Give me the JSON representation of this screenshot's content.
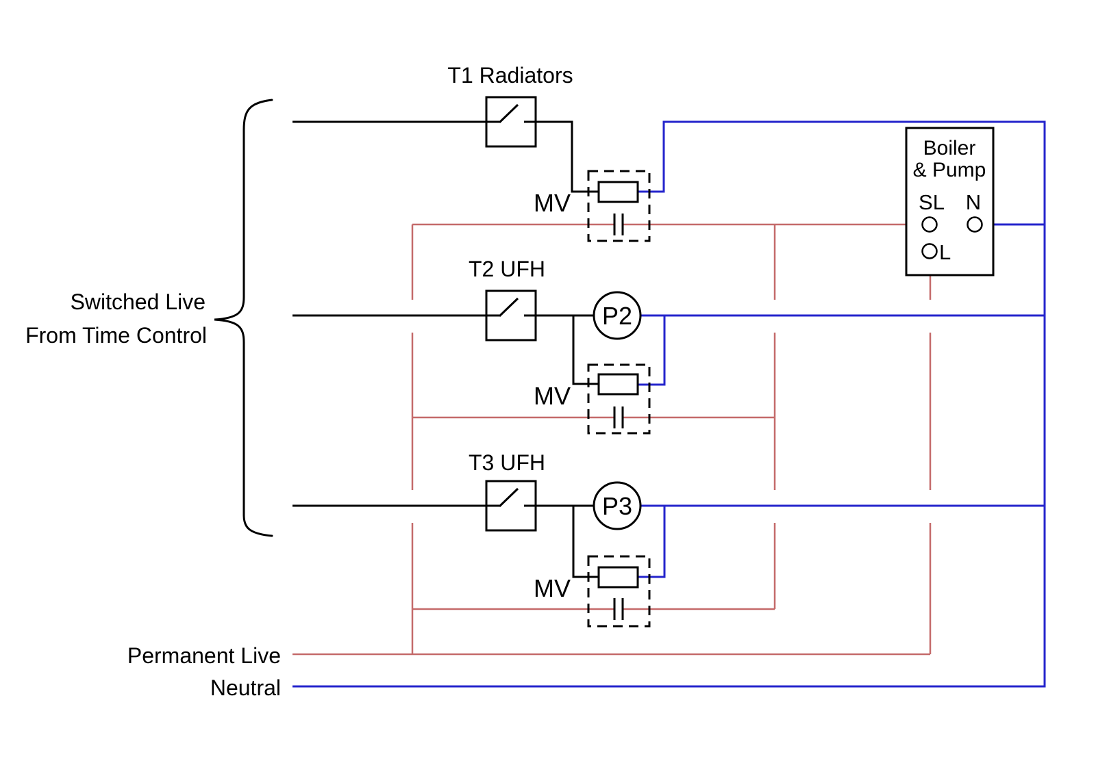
{
  "diagram": {
    "source_labels": {
      "switched_live_line1": "Switched Live",
      "switched_live_line2": "From Time Control",
      "permanent_live": "Permanent Live",
      "neutral": "Neutral"
    },
    "thermostats": [
      {
        "label": "T1 Radiators"
      },
      {
        "label": "T2 UFH"
      },
      {
        "label": "T3 UFH"
      }
    ],
    "valve_label": "MV",
    "pumps": [
      {
        "label": "P2"
      },
      {
        "label": "P3"
      }
    ],
    "boiler": {
      "name_line1": "Boiler",
      "name_line2": "& Pump",
      "terminal_sl": "SL",
      "terminal_n": "N",
      "terminal_l": "L"
    },
    "colors": {
      "switched_live_wire": "#000000",
      "permanent_live_wire": "#c46a6a",
      "neutral_wire": "#2424cc"
    }
  }
}
